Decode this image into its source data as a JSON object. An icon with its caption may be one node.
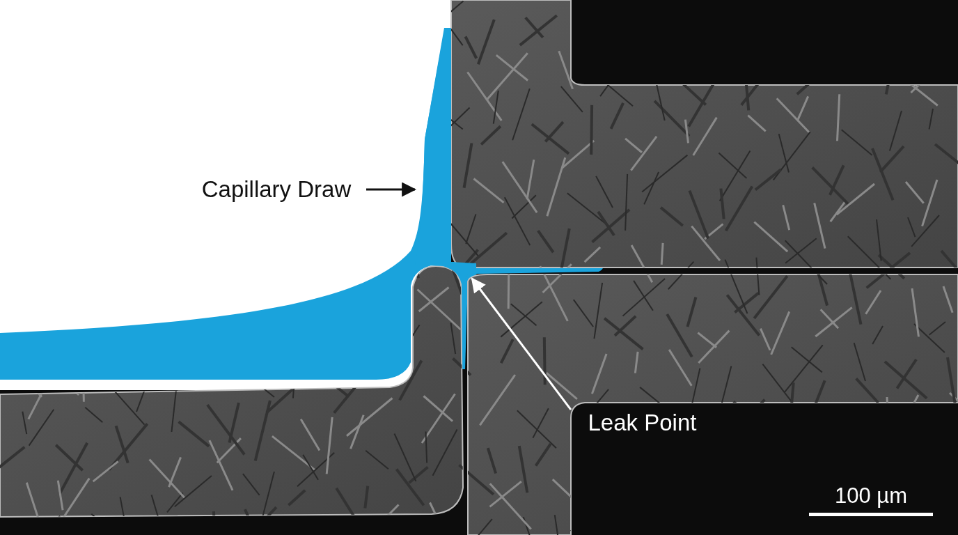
{
  "diagram": {
    "nodes": [
      {
        "text": [
          "Capillary Draw"
        ]
      },
      {
        "text": [],
        "shape": "picture"
      },
      {
        "text": [
          "Leak Point"
        ]
      }
    ],
    "edges": [
      {
        "from": 0,
        "to": 1,
        "arrow": "to"
      },
      {
        "from": 2,
        "to": 1,
        "arrow": "to",
        "color": "#ffffff"
      }
    ],
    "labels": [
      "100 µm"
    ]
  }
}
